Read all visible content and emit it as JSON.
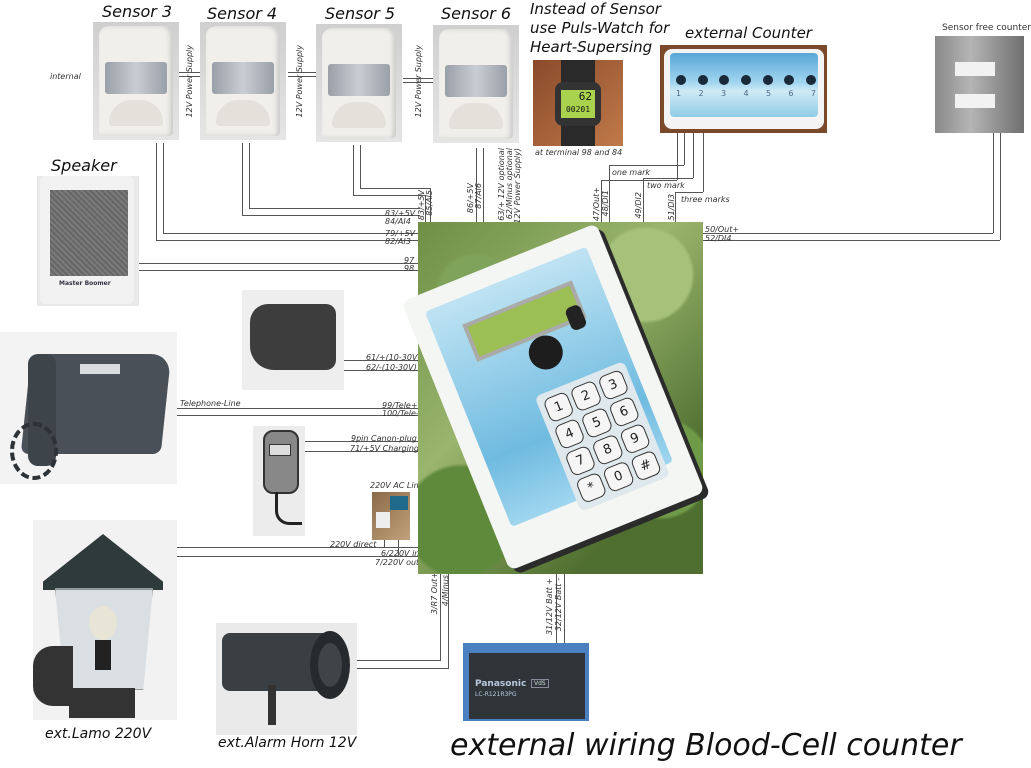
{
  "diagram": {
    "title": "external wiring Blood-Cell counter",
    "device_keypad": [
      "1",
      "2",
      "3",
      "4",
      "5",
      "6",
      "7",
      "8",
      "9",
      "*",
      "0",
      "#"
    ]
  },
  "sensors": [
    {
      "label": "Sensor 3",
      "note": "internal"
    },
    {
      "label": "Sensor 4"
    },
    {
      "label": "Sensor 5"
    },
    {
      "label": "Sensor 6"
    }
  ],
  "power_supply_labels": [
    "12V Power Supply",
    "12V Power Supply",
    "12V Power Supply"
  ],
  "puls_watch": {
    "title_line1": "Instead of Sensor",
    "title_line2": "use Puls-Watch for",
    "title_line3": "Heart-Supersing",
    "caption": "at terminal 98 and 84",
    "display_top": "62",
    "display_bottom": "00201"
  },
  "external_counter": {
    "title": "external Counter",
    "buttons": [
      "1",
      "2",
      "3",
      "4",
      "5",
      "6",
      "7"
    ],
    "wires": [
      "one mark",
      "two mark",
      "three marks"
    ],
    "terminals": [
      "47/Out+",
      "48/DI1",
      "49/DI2",
      "51/DI3"
    ]
  },
  "sensor_free_counter": {
    "title": "Sensor free counter",
    "terminals": [
      "50/Out+",
      "52/DI4"
    ]
  },
  "sensor_terminals": {
    "sensor5": [
      "83/+5V",
      "85/AI5"
    ],
    "sensor6": [
      "86/+5V",
      "87/AI6"
    ],
    "optional": [
      "63/+ 12V optional",
      "62/Minus optional",
      "(12V Power Supply)"
    ],
    "sensor4": [
      "83/+5V",
      "84/AI4"
    ],
    "sensor3": [
      "79/+5V",
      "82/AI3"
    ]
  },
  "speaker": {
    "title": "Speaker",
    "brand": "Master Boomer",
    "terminals": [
      "97",
      "98"
    ]
  },
  "power_adapter": {
    "terminals": [
      "61/+(10-30V)",
      "62/-(10-30V)"
    ]
  },
  "telephone": {
    "line_label": "Telephone-Line",
    "terminals": [
      "99/Tele+",
      "100/Tele-"
    ]
  },
  "mobile_phone": {
    "terminals": [
      "9pin Canon-plug",
      "71/+5V Charging"
    ]
  },
  "ac_line": {
    "title": "220V AC Line",
    "direct_label": "220V direct",
    "terminals": [
      "6/220V in",
      "7/220V out"
    ]
  },
  "lamp": {
    "caption": "ext.Lamo 220V"
  },
  "alarm_horn": {
    "caption": "ext.Alarm Horn 12V",
    "terminals": [
      "3/R7 Out+",
      "4/Minus"
    ]
  },
  "battery": {
    "brand": "Panasonic",
    "model": "LC-R121R3PG",
    "cert": "VdS",
    "terminals": [
      "31/12V Batt +",
      "32/12V Batt -"
    ]
  },
  "colors": {
    "wire": "#555555",
    "panel_blue": "#6fbbe0",
    "lcd_green": "#9bbf52",
    "battery_blue": "#2d6fb0"
  }
}
